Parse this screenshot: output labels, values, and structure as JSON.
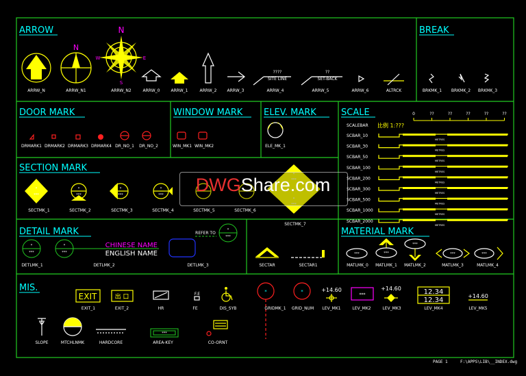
{
  "sections": {
    "arrow": "ARROW",
    "break": "BREAK",
    "door_mark": "DOOR MARK",
    "window_mark": "WINDOW MARK",
    "elev_mark": "ELEV. MARK",
    "scale": "SCALE",
    "section_mark": "SECTION MARK",
    "detail_mark": "DETAIL MARK",
    "material_mark": "MATERIAL MARK",
    "mis": "MIS."
  },
  "arrow": {
    "labels": [
      "ARRW_N",
      "ARRW_N1",
      "ARRW_N2",
      "ARRW_0",
      "ARRW_1",
      "ARRW_2",
      "ARRW_3",
      "ARRW_4",
      "ARRW_5",
      "ARRW_6",
      "ALTRCK"
    ],
    "north_letter": "N",
    "compass_letters": {
      "n": "N",
      "e": "E",
      "s": "S",
      "w": "W"
    },
    "site_line_text": "SITE LINE",
    "site_line_num": "????",
    "setback_text": "SET-BACK",
    "setback_num": "??"
  },
  "break": {
    "labels": [
      "BRKMK_1",
      "BRKMK_2",
      "BRKMK_3"
    ]
  },
  "door": {
    "labels": [
      "DRMARK1",
      "DRMARK2",
      "DRMARK3",
      "DRMARK4",
      "DR_NO_1",
      "DR_NO_2"
    ]
  },
  "window": {
    "labels": [
      "WIN_MK1",
      "WIN_MK2"
    ]
  },
  "elev": {
    "label": "ELE_MK_1"
  },
  "scale": {
    "scalebar_label": "SCALEBAR",
    "scalebar_text": "比例 1:???",
    "scalebar_ticks": [
      "0",
      "??",
      "??",
      "??",
      "??",
      "??"
    ],
    "rows": [
      "SCBAR_10",
      "SCBAR_30",
      "SCBAR_50",
      "SCBAR_100",
      "SCBAR_200",
      "SCBAR_300",
      "SCBAR_500",
      "SCBAR_1000",
      "SCBAR_2000"
    ],
    "row_unit": "METRES"
  },
  "section": {
    "labels": [
      "SECTMK_1",
      "SECTMK_2",
      "SECTMK_3",
      "SECTMK_4",
      "SECTMK_5",
      "SECTMK_6",
      "SECTMK_7"
    ],
    "star": "*",
    "stars": "***"
  },
  "detail": {
    "labels": [
      "DETLMK_1",
      "DETLMK_2",
      "DETLMK_3"
    ],
    "chinese_name": "CHINESE NAME",
    "english_name": "ENGLISH NAME",
    "refer_to": "REFER TO"
  },
  "sectar": {
    "labels": [
      "SECTAR",
      "SECTAR1"
    ]
  },
  "material": {
    "labels": [
      "MATLMK_0",
      "MATLMK_1",
      "MATLMK_2",
      "MATLMK_3",
      "MATLMK_4"
    ]
  },
  "mis": {
    "labels_row1": [
      "EXIT_1",
      "EXIT_2",
      "HR",
      "FE",
      "DIS_SYB",
      "GRIDMK_1",
      "GRID_NUM",
      "LEV_MK1",
      "LEV_MK2",
      "LEV_MK3",
      "LEV_MK4",
      "LEV_MK5"
    ],
    "labels_row2": [
      "SLOPE",
      "MTCHLNMK",
      "HARDCORE",
      "AREA-KEY",
      "CO-ORNT"
    ],
    "exit_text": "EXIT",
    "exit2_text": "出 口",
    "fe_text": "F.E",
    "lev_value": "+14.60",
    "lev_mk4_top": "12.34",
    "lev_mk4_bottom": "12.34",
    "lev_mk5_value": "+14.60"
  },
  "watermark": {
    "part1": "DWG",
    "part2": "Share.com"
  },
  "footer": {
    "page": "PAGE 1",
    "path": "F:\\APPS\\LIB\\__INDEX.dwg"
  }
}
